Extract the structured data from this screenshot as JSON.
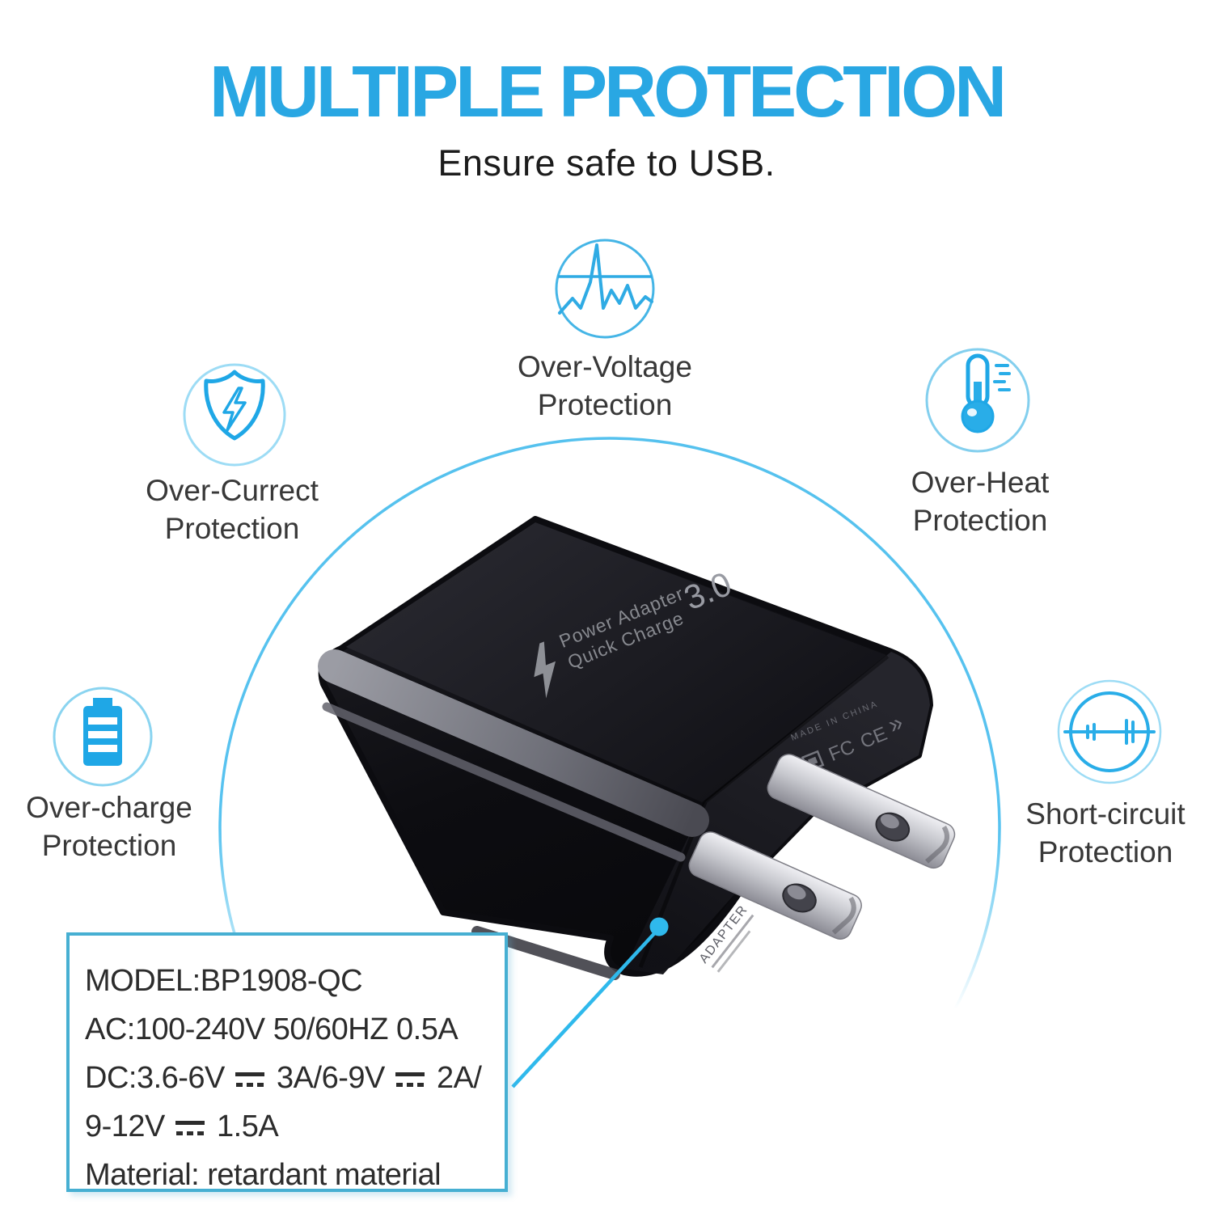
{
  "header": {
    "title": "MULTIPLE PROTECTION",
    "subtitle": "Ensure safe to USB."
  },
  "features": [
    {
      "id": "over-voltage",
      "icon": "voltage-waveform-icon",
      "line1": "Over-Voltage",
      "line2": "Protection"
    },
    {
      "id": "over-current",
      "icon": "shield-lightning-icon",
      "line1": "Over-Currect",
      "line2": "Protection"
    },
    {
      "id": "over-heat",
      "icon": "thermometer-icon",
      "line1": "Over-Heat",
      "line2": "Protection"
    },
    {
      "id": "over-charge",
      "icon": "battery-icon",
      "line1": "Over-charge",
      "line2": "Protection"
    },
    {
      "id": "short-circuit",
      "icon": "circuit-capacitor-icon",
      "line1": "Short-circuit",
      "line2": "Protection"
    }
  ],
  "product": {
    "logo_line1": "Power Adapter",
    "logo_line2": "Quick Charge",
    "logo_version": "3.0",
    "cert_fc": "FC",
    "cert_ce": "CE",
    "cert_chevrons": "»",
    "made_in": "MADE IN CHINA",
    "side_text": "ADAPTER"
  },
  "spec_box": {
    "lines": [
      "MODEL:BP1908-QC",
      "AC:100-240V 50/60HZ 0.5A",
      "DC:3.6-6V ⎓ 3A/6-9V ⎓ 2A/",
      "9-12V ⎓ 1.5A",
      "Material: retardant material"
    ]
  },
  "colors": {
    "accent_blue": "#29a7e3",
    "icon_blue": "#29ade8",
    "icon_ring_light": "#9ddcf5",
    "circle_blue": "#4abdec",
    "callout_blue": "#2fb9ec",
    "box_border": "#46afd2",
    "label_gray": "#383838",
    "charger_black": "#101014",
    "prong_silver": "#c9cad0"
  }
}
